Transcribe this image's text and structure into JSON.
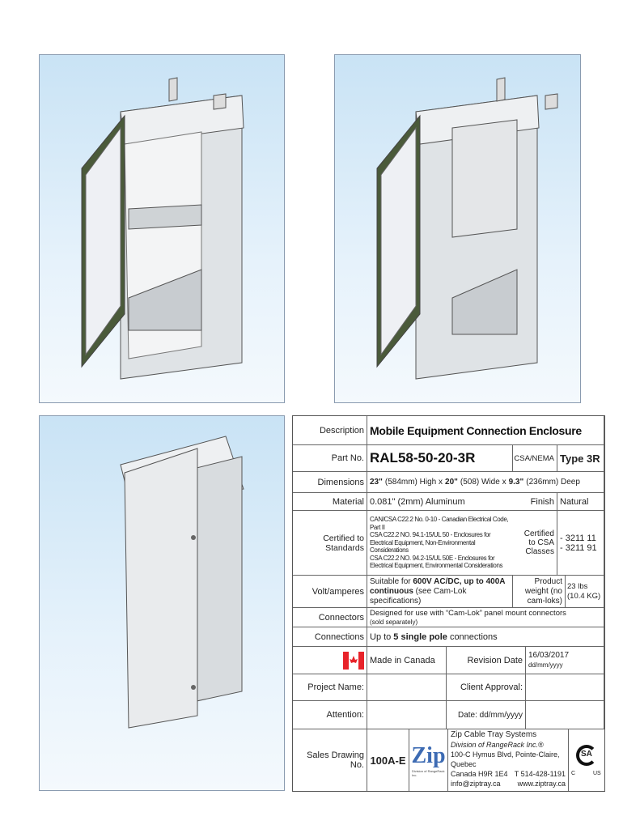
{
  "spec": {
    "description_label": "Description",
    "description": "Mobile Equipment Connection Enclosure",
    "part_label": "Part No.",
    "part_no": "RAL58-50-20-3R",
    "csa_nema_label": "CSA/NEMA",
    "csa_nema": "Type 3R",
    "dimensions_label": "Dimensions",
    "dim_h": "23\"",
    "dim_h_mm": "(584mm) High x",
    "dim_w": "20\"",
    "dim_w_mm": "(508) Wide x",
    "dim_d": "9.3\"",
    "dim_d_mm": "(236mm) Deep",
    "material_label": "Material",
    "material": "0.081\" (2mm) Aluminum",
    "finish_label": "Finish",
    "finish": "Natural",
    "cert_label": "Certified to Standards",
    "standards": [
      "CAN/CSA C22.2 No. 0-10 - Canadian Electrical Code, Part II",
      "CSA C22.2 NO. 94.1-15/UL 50 - Enclosures for Electrical Equipment, Non-Environmental Considerations",
      "CSA C22.2 NO. 94.2-15/UL 50E - Enclosures for Electrical Equipment, Environmental Considerations"
    ],
    "csa_classes_label": "Certified to CSA Classes",
    "csa_classes": [
      "- 3211 11",
      "- 3211 91"
    ],
    "volt_label": "Volt/amperes",
    "volt_pre": "Suitable for",
    "volt_bold": "600V AC/DC, up to 400A continuous",
    "volt_post": "(see Cam-Lok specifications)",
    "weight_label": "Product weight (no cam-loks)",
    "weight": "23 lbs (10.4 KG)",
    "connectors_label": "Connectors",
    "connectors": "Designed for use with “Cam-Lok” panel mount connectors",
    "connectors_note": "(sold separately)",
    "connections_label": "Connections",
    "conn_pre": "Up to",
    "conn_bold": "5 single pole",
    "conn_post": "connections",
    "made_in": "Made in Canada",
    "revision_label": "Revision Date",
    "revision_date": "16/03/2017",
    "date_format": "dd/mm/yyyy",
    "project_label": "Project Name:",
    "client_label": "Client Approval:",
    "attention_label": "Attention:",
    "date_label": "Date: dd/mm/yyyy",
    "sales_label": "Sales Drawing No.",
    "sales_no": "100A-E"
  },
  "company": {
    "logo": "Zip",
    "logo_sub": "Division of RangeRack Inc.",
    "name": "Zip Cable Tray Systems",
    "division": "Division of RangeRack Inc.®",
    "address1": "100-C Hymus Blvd, Pointe-Claire, Quebec",
    "address2": "Canada H9R 1E4",
    "phone": "T 514-428-1191",
    "email": "info@ziptray.ca",
    "web": "www.ziptray.ca"
  },
  "cert_mark": {
    "text": "SA",
    "c": "C",
    "us": "US"
  },
  "colors": {
    "flag_red": "#e8232a",
    "logo_blue": "#3d6bb3"
  }
}
